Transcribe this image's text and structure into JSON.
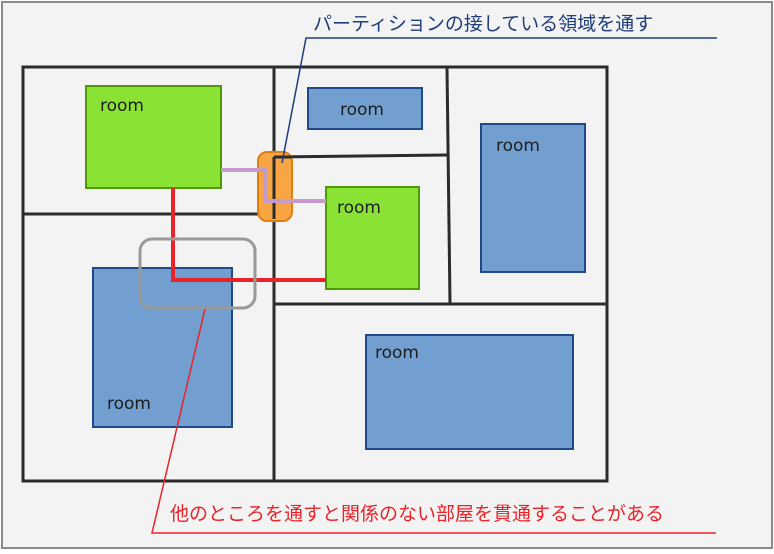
{
  "rooms": {
    "green_top_left": "room",
    "green_center": "room",
    "blue_top_middle": "room",
    "blue_right_tall": "room",
    "blue_bottom_left": "room",
    "blue_bottom_right": "room"
  },
  "annotations": {
    "top_note": "パーティションの接している領域を通す",
    "bottom_note": "他のところを通すと関係のない部屋を貫通することがある"
  },
  "colors": {
    "background": "#f3f3f3",
    "frame": "#8a8a8a",
    "partition": "#2b2b2b",
    "room_green": "#8ae234",
    "room_green_border": "#4e9a06",
    "room_blue": "#729fcf",
    "room_blue_border": "#204a87",
    "good_route": "#c49bc9",
    "bad_route": "#e8242a",
    "highlight_fill": "#f7a643",
    "highlight_border": "#e07f10",
    "gray_marker": "#999999",
    "top_note": "#1f3d7a",
    "bottom_note": "#e8242a"
  }
}
